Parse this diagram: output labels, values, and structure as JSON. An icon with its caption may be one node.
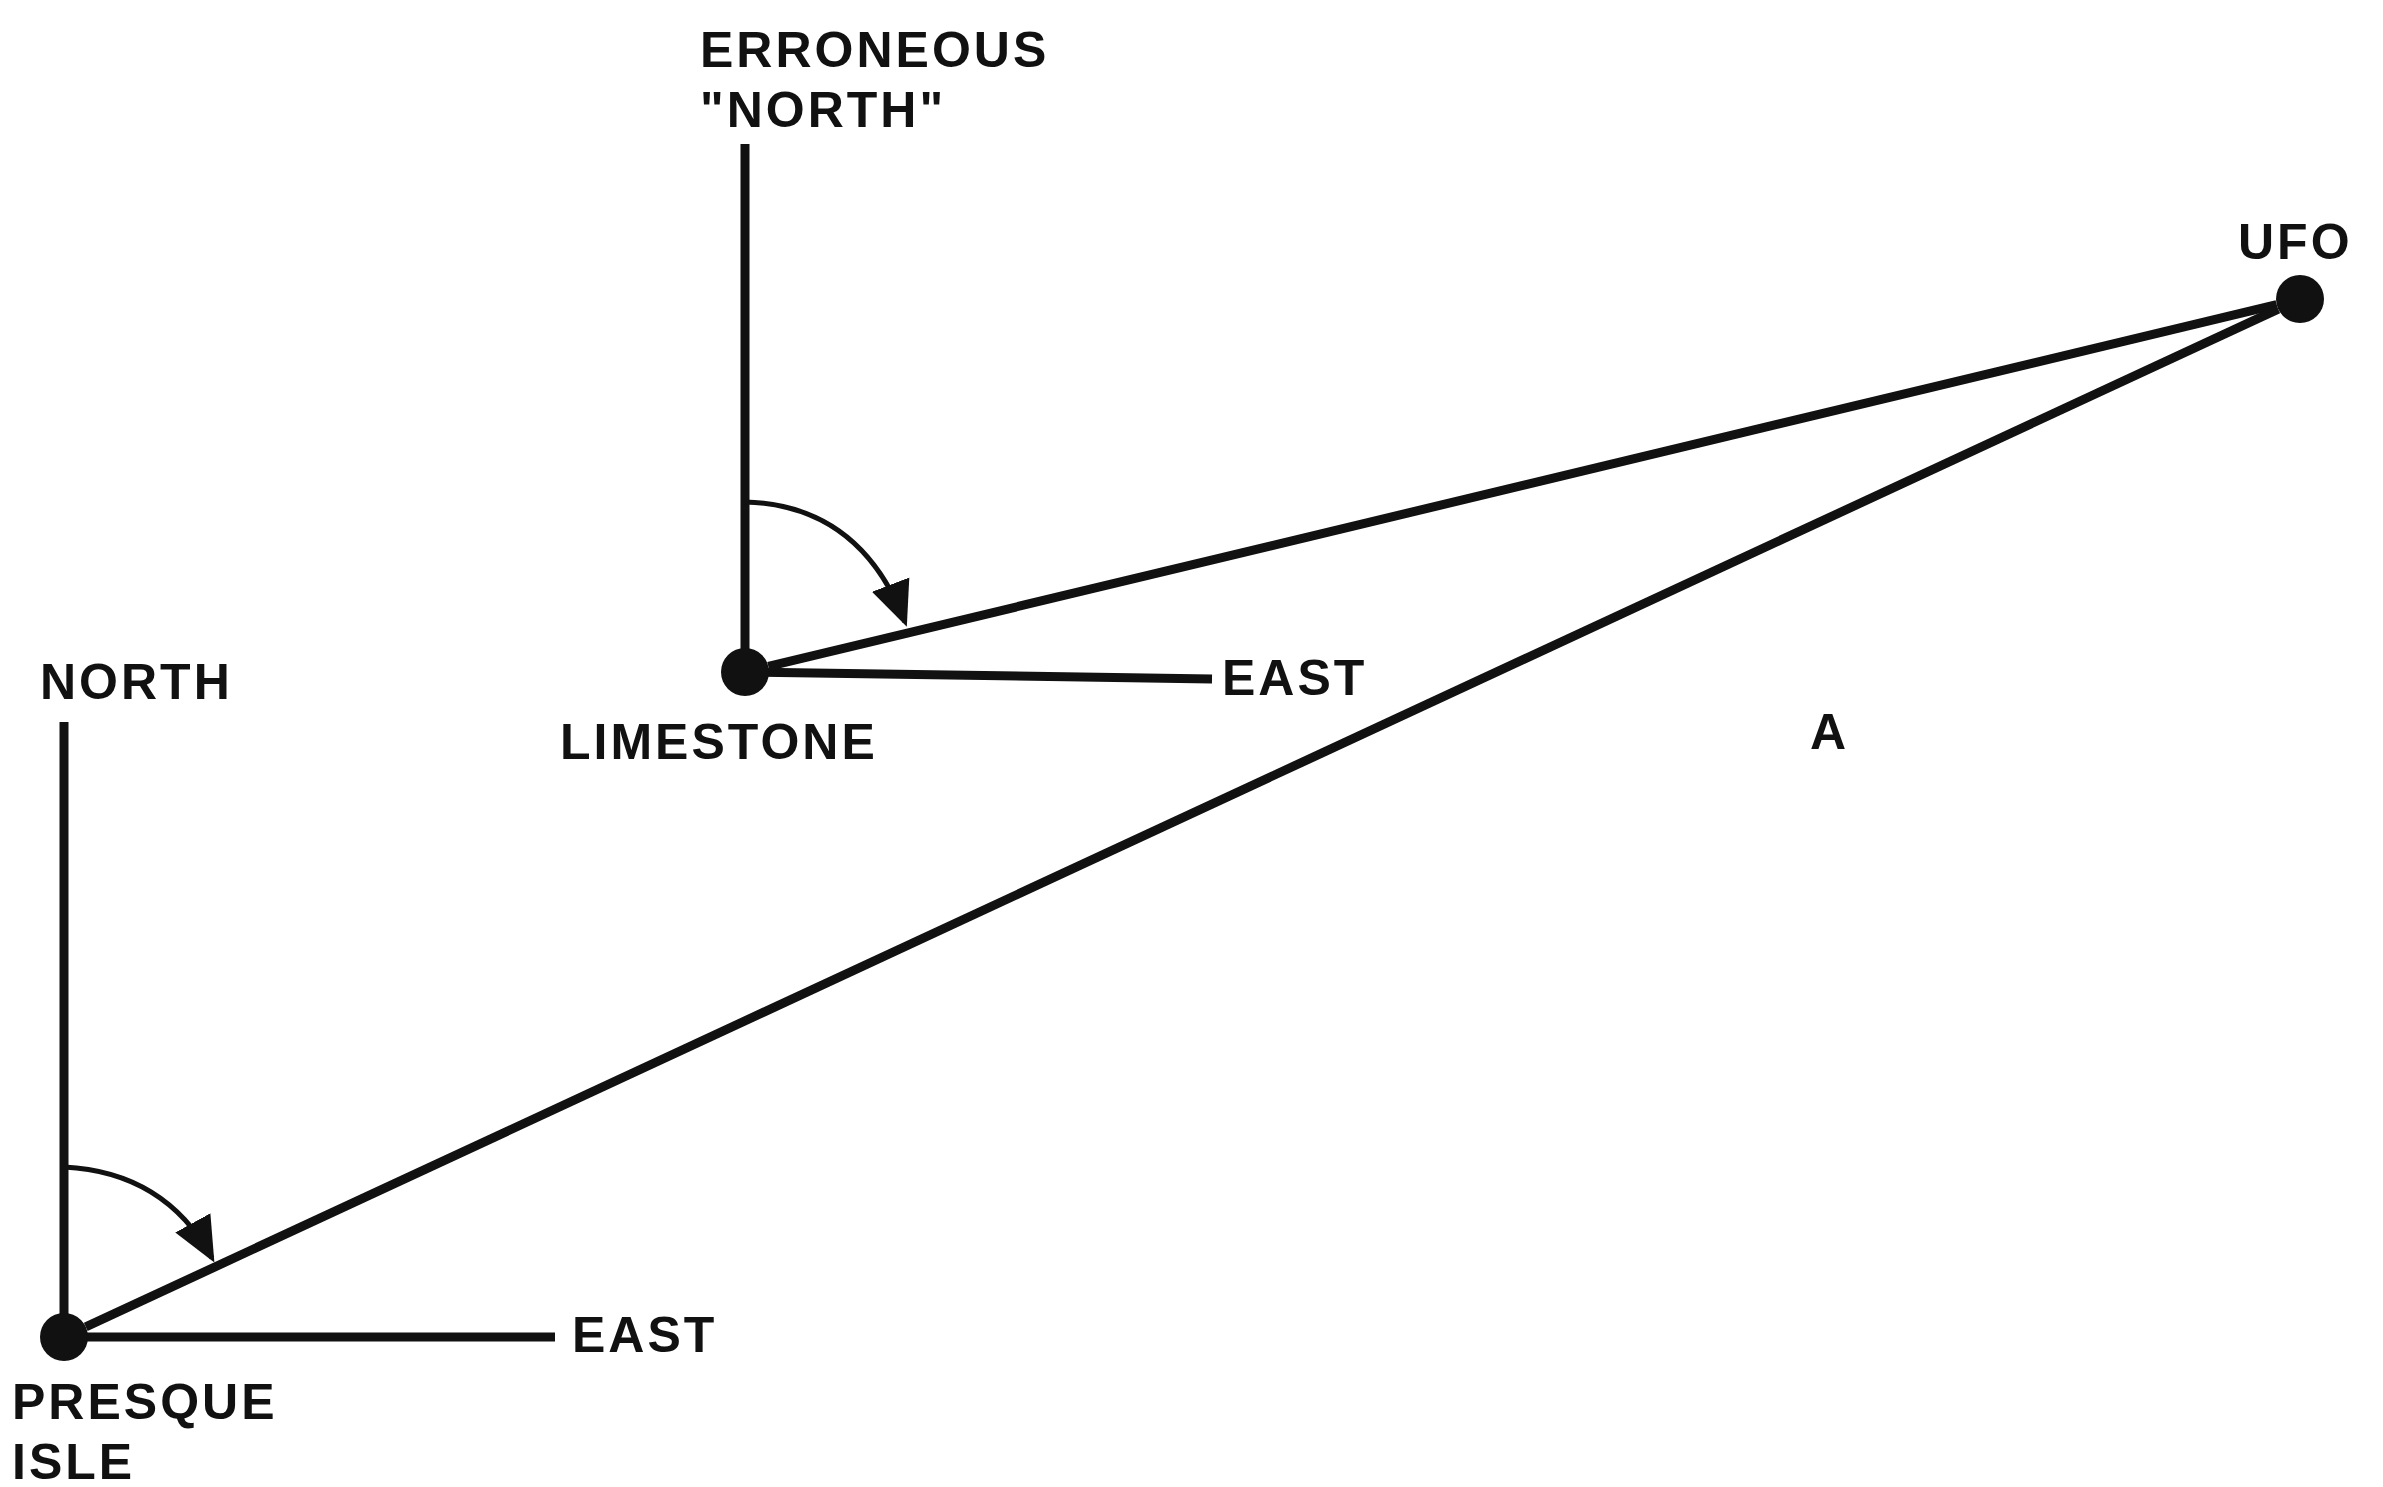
{
  "diagram": {
    "nodes": [
      {
        "text": [
          "UFO"
        ]
      },
      {
        "text": [
          "LIMESTONE"
        ]
      },
      {
        "text": [
          "PRESQUE ISLE"
        ]
      }
    ],
    "edges": [
      {
        "from": 1,
        "to": 0,
        "arrow": "none"
      },
      {
        "from": 2,
        "to": 0,
        "arrow": "none"
      }
    ],
    "labels": [
      "ERRONEOUS \"NORTH\"",
      "NORTH",
      "EAST",
      "A",
      "EAST"
    ]
  }
}
